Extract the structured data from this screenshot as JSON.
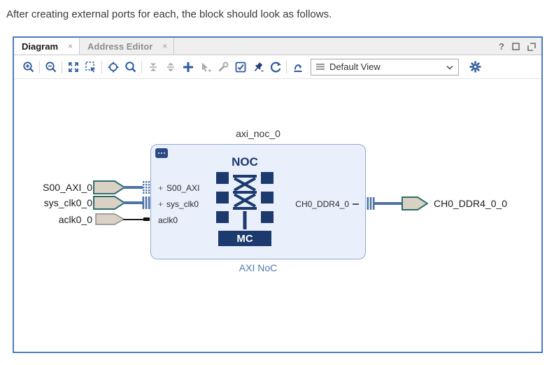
{
  "instruction": "After creating external ports for each, the block should look as follows.",
  "tabs": [
    {
      "label": "Diagram",
      "close_label": "×",
      "active": true
    },
    {
      "label": "Address Editor",
      "close_label": "×",
      "active": false
    }
  ],
  "header_controls": {
    "help_label": "?",
    "icons": [
      "maximize-icon",
      "float-icon"
    ]
  },
  "toolbar": {
    "icons": [
      {
        "name": "zoom-in",
        "enabled": true
      },
      {
        "name": "zoom-out",
        "enabled": true
      },
      {
        "name": "zoom-fit",
        "enabled": true
      },
      {
        "name": "zoom-to-selection",
        "enabled": true
      },
      {
        "name": "center-view",
        "enabled": true
      },
      {
        "name": "search",
        "enabled": true
      },
      {
        "name": "collapse",
        "enabled": false
      },
      {
        "name": "expand",
        "enabled": false
      },
      {
        "name": "add-ip",
        "enabled": true
      },
      {
        "name": "pointer",
        "enabled": false
      },
      {
        "name": "customize",
        "enabled": false
      },
      {
        "name": "validate-design",
        "enabled": true
      },
      {
        "name": "pin",
        "enabled": true
      },
      {
        "name": "regenerate-layout",
        "enabled": true
      },
      {
        "name": "optimize-routing",
        "enabled": true
      },
      {
        "name": "settings-gear",
        "enabled": true
      }
    ],
    "view_selector": {
      "value": "Default View"
    }
  },
  "diagram": {
    "instance_name": "axi_noc_0",
    "block_type_label": "AXI NoC",
    "noc_label": "NOC",
    "mc_label": "MC",
    "pins_left": [
      {
        "expand": "+",
        "label": "S00_AXI"
      },
      {
        "expand": "+",
        "label": "sys_clk0"
      },
      {
        "expand": "",
        "label": "aclk0"
      }
    ],
    "pin_right": {
      "label": "CH0_DDR4_0"
    },
    "external_ports_left": [
      {
        "label": "S00_AXI_0",
        "type": "interface"
      },
      {
        "label": "sys_clk0_0",
        "type": "clock"
      },
      {
        "label": "aclk0_0",
        "type": "signal"
      }
    ],
    "external_port_right": {
      "label": "CH0_DDR4_0_0",
      "type": "interface"
    },
    "colors": {
      "navy": "#1c3a6e",
      "connection_blue": "#4f74a8",
      "block_fill": "#e9effb",
      "block_border": "#93abd1",
      "port_fill": "#d9d1c3",
      "port_border": "#2f6b6d",
      "type_label_blue": "#5577b0"
    }
  }
}
